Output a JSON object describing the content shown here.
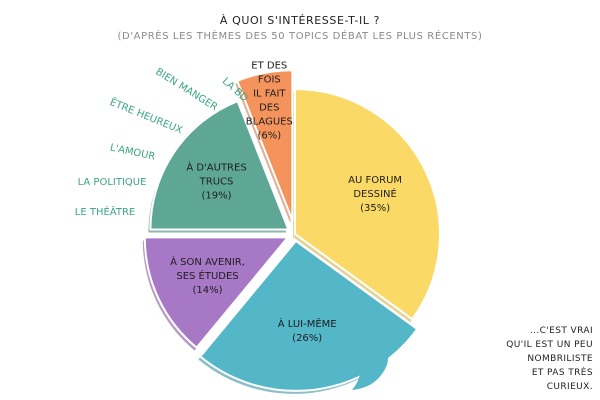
{
  "chart_data": {
    "type": "pie",
    "title": "À QUOI S'INTÉRESSE-T-IL ?",
    "subtitle": "(D'APRÈS LES THÈMES DES 50 TOPICS DÉBAT LES PLUS RÉCENTS)",
    "slices": [
      {
        "label": [
          "AU FORUM",
          "DESSINÉ",
          "(35%)"
        ],
        "value": 35,
        "color": "#fad967"
      },
      {
        "label": [
          "À LUI-MÊME",
          "(26%)"
        ],
        "value": 26,
        "color": "#53b7c8"
      },
      {
        "label": [
          "À SON AVENIR,",
          "SES ÉTUDES",
          "(14%)"
        ],
        "value": 14,
        "color": "#a678c6"
      },
      {
        "label": [
          "À D'AUTRES",
          "TRUCS",
          "(19%)"
        ],
        "value": 19,
        "color": "#5fa795"
      },
      {
        "label": [
          "ET DES",
          "FOIS",
          "IL FAIT",
          "DES",
          "BLAGUES",
          "(6%)"
        ],
        "value": 6,
        "color": "#f4945c"
      }
    ],
    "other_topics": [
      "BIEN MANGER",
      "LA BD",
      "ÊTRE HEUREUX",
      "L'AMOUR",
      "LA POLITIQUE",
      "LE THÉÂTRE"
    ],
    "other_topics_color": "#3aa584"
  },
  "note": {
    "lines": [
      "...C'EST VRAI",
      "QU'IL EST UN PEU",
      "NOMBRILISTE",
      "ET PAS TRÈS",
      "CURIEUX."
    ]
  }
}
